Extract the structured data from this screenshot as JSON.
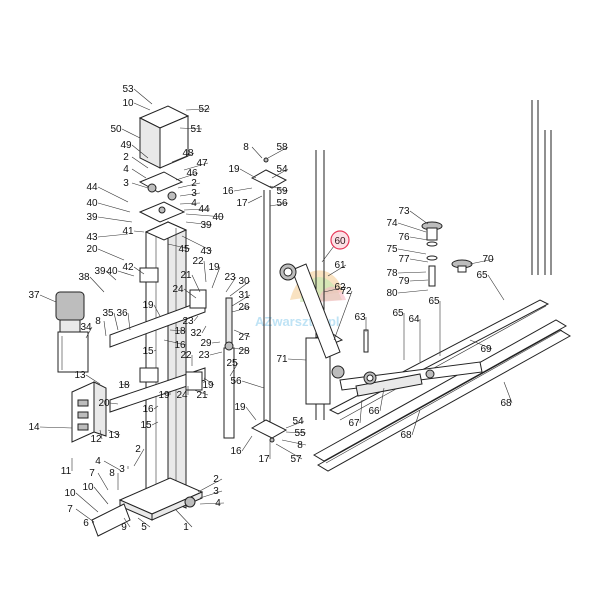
{
  "diagram": {
    "watermark": "AZwarsztat.pl",
    "highlight_label": "60",
    "highlight_color": "#e8395a",
    "labels": [
      "1",
      "2",
      "3",
      "4",
      "5",
      "6",
      "7",
      "8",
      "9",
      "10",
      "11",
      "12",
      "13",
      "14",
      "15",
      "16",
      "17",
      "18",
      "19",
      "20",
      "21",
      "22",
      "23",
      "24",
      "25",
      "26",
      "27",
      "28",
      "29",
      "30",
      "31",
      "32",
      "33",
      "34",
      "35",
      "36",
      "37",
      "38",
      "39",
      "40",
      "41",
      "42",
      "43",
      "44",
      "45",
      "46",
      "47",
      "48",
      "49",
      "50",
      "51",
      "52",
      "53",
      "54",
      "55",
      "56",
      "57",
      "58",
      "59",
      "60",
      "61",
      "62",
      "63",
      "64",
      "65",
      "66",
      "67",
      "68",
      "69",
      "70",
      "71",
      "72",
      "73",
      "74",
      "75",
      "76",
      "77",
      "78",
      "79",
      "80"
    ]
  }
}
